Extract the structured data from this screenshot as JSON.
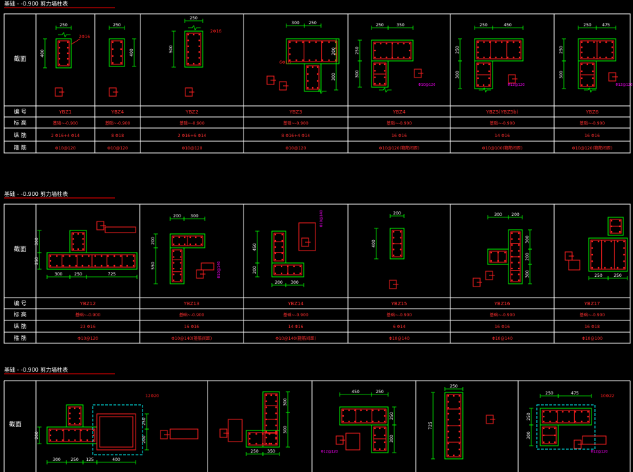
{
  "colors": {
    "background": "#000000",
    "frame": "#ffffff",
    "wall": "#00ff00",
    "rebar": "#ff2020",
    "dim": "#00ff00",
    "note": "#ff00ff",
    "dashed": "#00ffff",
    "title_underline": "#ff0000",
    "text": "#ffffff",
    "value_text": "#ff3030"
  },
  "tables": [
    {
      "title": "基础 - -0.900 剪力墙柱表",
      "labels": {
        "section": "截面",
        "code": "编 号",
        "elev": "标 高",
        "long": "纵 筋",
        "stir": "箍 筋"
      },
      "columns": [
        {
          "code": "YBZ1",
          "elev": "基础~-0.900",
          "long": "2 Φ16+4 Φ14",
          "stir": "Φ10@120",
          "dims": [
            "250",
            "400",
            "2Φ16"
          ]
        },
        {
          "code": "YBZ4",
          "elev": "基础~-0.900",
          "long": "8 Φ18",
          "stir": "Φ10@120",
          "dims": [
            "250",
            "400"
          ]
        },
        {
          "code": "YBZ2",
          "elev": "基础~-0.900",
          "long": "2 Φ16+6 Φ14",
          "stir": "Φ10@120",
          "dims": [
            "250",
            "500",
            "2Φ16"
          ]
        },
        {
          "code": "YBZ3",
          "elev": "基础~-0.900",
          "long": "8 Φ16+4 Φ14",
          "stir": "Φ10@120",
          "dims": [
            "300",
            "250",
            "200",
            "300",
            "6Φ16"
          ]
        },
        {
          "code": "YBZ4",
          "elev": "基础~-0.900",
          "long": "16 Φ16",
          "stir": "Φ10@120(箍筋间距)",
          "dims": [
            "250",
            "350",
            "250",
            "300"
          ]
        },
        {
          "code": "YBZ5(YBZ5b)",
          "elev": "基础~-0.900",
          "long": "14 Φ16",
          "stir": "Φ10@100(箍筋间距)",
          "dims": [
            "250",
            "450",
            "250",
            "300",
            "Φ12@120"
          ]
        },
        {
          "code": "YBZ6",
          "elev": "基础~-0.900",
          "long": "16 Φ16",
          "stir": "Φ10@120(箍筋间距)",
          "dims": [
            "250",
            "475",
            "250",
            "300",
            "Φ12@120"
          ]
        }
      ]
    },
    {
      "title": "基础 - -0.900 剪力墙柱表",
      "labels": {
        "section": "截面",
        "code": "编 号",
        "elev": "标 高",
        "long": "纵 筋",
        "stir": "箍 筋"
      },
      "columns": [
        {
          "code": "YBZ12",
          "elev": "基础~-0.900",
          "long": "23 Φ16",
          "stir": "Φ10@120",
          "dims": [
            "300",
            "250",
            "300",
            "250",
            "725"
          ]
        },
        {
          "code": "YBZ13",
          "elev": "基础~-0.900",
          "long": "16 Φ16",
          "stir": "Φ10@140(箍筋间距)",
          "dims": [
            "200",
            "300",
            "200",
            "550",
            "Φ10@140"
          ]
        },
        {
          "code": "YBZ14",
          "elev": "基础~-0.900",
          "long": "14 Φ16",
          "stir": "Φ10@140(箍筋间距)",
          "dims": [
            "200",
            "300",
            "450",
            "200",
            "Φ10@140"
          ]
        },
        {
          "code": "YBZ15",
          "elev": "基础~-0.900",
          "long": "6 Φ14",
          "stir": "Φ10@140",
          "dims": [
            "200",
            "400"
          ]
        },
        {
          "code": "YBZ16",
          "elev": "基础~-0.900",
          "long": "16 Φ16",
          "stir": "Φ10@140",
          "dims": [
            "300",
            "200",
            "300",
            "200",
            "300"
          ]
        },
        {
          "code": "YBZ17",
          "elev": "基础~-0.900",
          "long": "16 Φ18",
          "stir": "Φ10@100",
          "dims": [
            "250",
            "250"
          ]
        }
      ]
    },
    {
      "title": "基础 - -0.900 剪力墙柱表",
      "labels": {
        "section": "截面"
      },
      "columns": [
        {
          "dims": [
            "300",
            "250",
            "125",
            "400",
            "200",
            "250",
            "200",
            "12Φ20",
            "200"
          ]
        },
        {
          "dims": [
            "250",
            "350",
            "300",
            "300"
          ]
        },
        {
          "dims": [
            "450",
            "250",
            "250",
            "300",
            "Φ12@120"
          ]
        },
        {
          "dims": [
            "250",
            "725"
          ]
        },
        {
          "dims": [
            "250",
            "475",
            "250",
            "300",
            "10Φ22",
            "Φ12@120"
          ]
        }
      ]
    }
  ]
}
